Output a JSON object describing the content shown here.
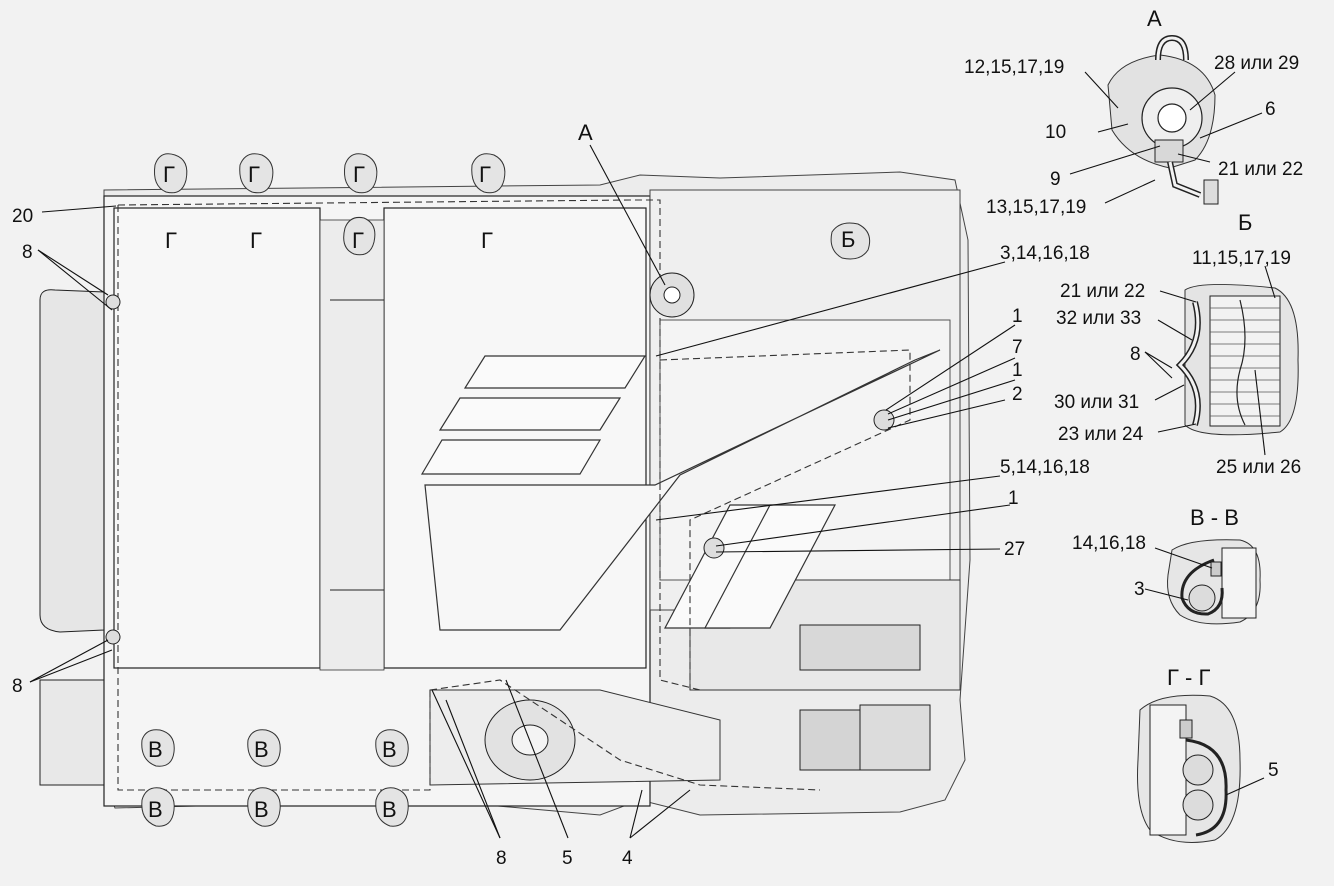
{
  "views": {
    "a": "А",
    "b": "Б",
    "vv": "В - В",
    "gg": "Г - Г"
  },
  "markers": {
    "g": "Г",
    "v": "В",
    "b": "Б"
  },
  "callouts": {
    "c_12_15_17_19": "12,15,17,19",
    "c_28_29": "28 или 29",
    "c_6": "6",
    "c_10": "10",
    "c_21_22_a": "21 или 22",
    "c_9": "9",
    "c_13_15_17_19": "13,15,17,19",
    "c_11_15_17_19": "11,15,17,19",
    "c_21_22_b": "21 или 22",
    "c_32_33": "32 или 33",
    "c_8_b": "8",
    "c_30_31": "30 или 31",
    "c_23_24": "23 или 24",
    "c_25_26": "25 или 26",
    "c_14_16_18": "14,16,18",
    "c_3_vv": "3",
    "c_5_gg": "5",
    "c_20": "20",
    "c_8_top": "8",
    "c_8_bot": "8",
    "c_3_14_16_18": "3,14,16,18",
    "c_1a": "1",
    "c_7": "7",
    "c_1b": "1",
    "c_2": "2",
    "c_5_14_16_18": "5,14,16,18",
    "c_1c": "1",
    "c_27": "27",
    "c_8_bottom": "8",
    "c_5_bottom": "5",
    "c_4": "4"
  }
}
